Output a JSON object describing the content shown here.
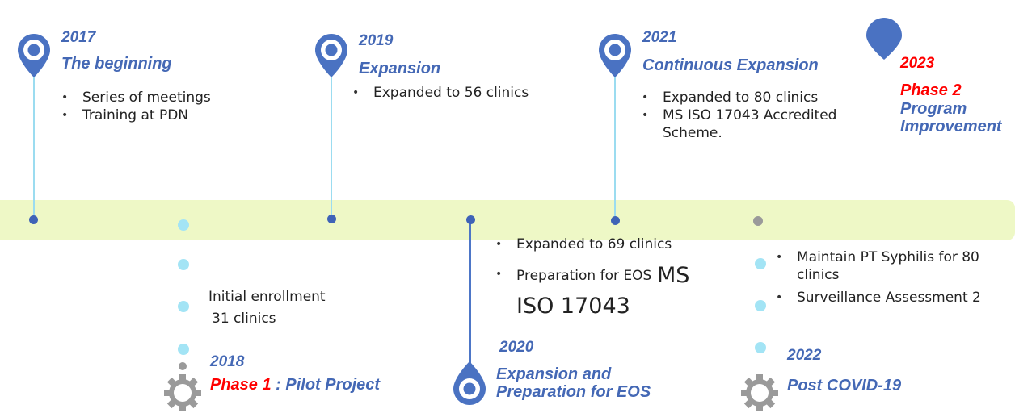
{
  "milestones": [
    {
      "year": "2017",
      "title": "The beginning",
      "points": [
        "Series of meetings",
        "Training at PDN"
      ]
    },
    {
      "year": "2018",
      "phase": "Phase 1",
      "separator": " : ",
      "title": "Pilot Project",
      "text_line1": "Initial enrollment",
      "text_line2": "31 clinics"
    },
    {
      "year": "2019",
      "title": "Expansion",
      "points": [
        "Expanded to 56 clinics"
      ]
    },
    {
      "year": "2020",
      "title_line1": "Expansion and",
      "title_line2": "Preparation for EOS",
      "points": [
        "Expanded to 69 clinics"
      ],
      "point2_a": "Preparation for EOS ",
      "point2_b": "MS",
      "point2_c": "ISO 17043"
    },
    {
      "year": "2021",
      "title": "Continuous Expansion",
      "points": [
        "Expanded to 80 clinics",
        "MS ISO 17043 Accredited Scheme."
      ]
    },
    {
      "year": "2022",
      "title": "Post COVID-19",
      "points": [
        "Maintain PT Syphilis for 80 clinics",
        "Surveillance Assessment 2"
      ]
    },
    {
      "year": "2023",
      "phase": "Phase 2",
      "title_line1": "Program",
      "title_line2": "Improvement"
    }
  ],
  "colors": {
    "accent": "#4468b5",
    "band": "#eef8c6",
    "light_dot": "#a3e4f5",
    "red": "#ff0000"
  },
  "icons": [
    "map-pin-icon",
    "gear-icon"
  ]
}
